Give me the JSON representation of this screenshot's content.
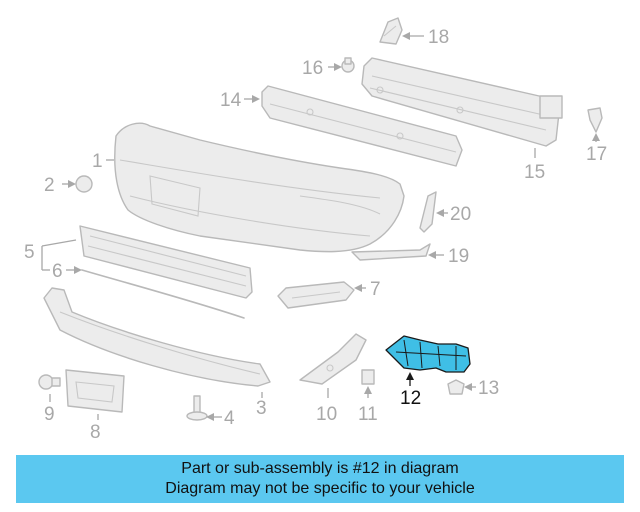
{
  "diagram": {
    "callouts": {
      "c1": "1",
      "c2": "2",
      "c3": "3",
      "c4": "4",
      "c5": "5",
      "c6": "6",
      "c7": "7",
      "c8": "8",
      "c9": "9",
      "c10": "10",
      "c11": "11",
      "c12": "12",
      "c13": "13",
      "c14": "14",
      "c15": "15",
      "c16": "16",
      "c17": "17",
      "c18": "18",
      "c19": "19",
      "c20": "20"
    },
    "highlighted_part": "12",
    "highlight_color": "#3fbfe6",
    "line_color": "#b9b9b9"
  },
  "banner": {
    "line1": "Part or sub-assembly is #12 in diagram",
    "line2": "Diagram may not be specific to your vehicle",
    "color": "#5bc8f0"
  }
}
